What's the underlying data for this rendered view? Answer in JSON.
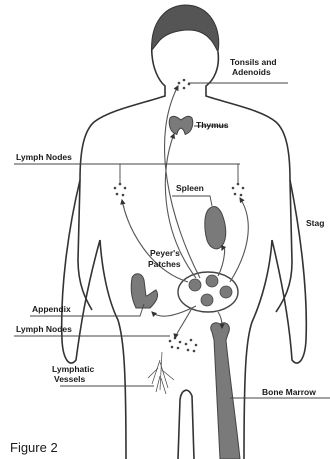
{
  "labels": {
    "tonsils_line1": "Tonsils and",
    "tonsils_line2": "Adenoids",
    "thymus": "Thymus",
    "lymph_nodes_upper": "Lymph Nodes",
    "spleen": "Spleen",
    "stage_partial": "Stag",
    "peyers_line1": "Peyer's",
    "peyers_line2": "Patches",
    "appendix": "Appendix",
    "lymph_nodes_lower": "Lymph Nodes",
    "lymphatic_line1": "Lymphatic",
    "lymphatic_line2": "Vessels",
    "bone_marrow": "Bone Marrow"
  },
  "caption": "Figure 2"
}
